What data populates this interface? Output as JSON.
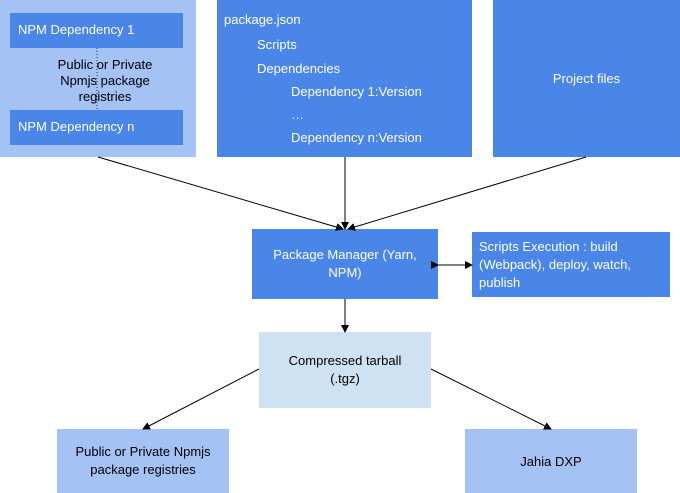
{
  "registries_group": {
    "label": "Public or Private Npmjs package registries",
    "dependency_first": "NPM Dependency 1",
    "dependency_last": "NPM Dependency n"
  },
  "package_json": {
    "title": "package.json",
    "scripts": "Scripts",
    "dependencies": "Dependencies",
    "dep_first": "Dependency 1:Version",
    "ellipsis": "…",
    "dep_last": "Dependency n:Version"
  },
  "project_files": {
    "label": "Project files"
  },
  "package_manager": {
    "label": "Package Manager (Yarn, NPM)"
  },
  "scripts_execution": {
    "label": "Scripts Execution : build (Webpack), deploy, watch, publish"
  },
  "tarball": {
    "label": "Compressed tarball (.tgz)"
  },
  "output_registries": {
    "label": "Public or Private Npmjs package registries"
  },
  "jahia": {
    "label": "Jahia DXP"
  },
  "colors": {
    "dark_blue": "#4a86e8",
    "light_blue": "#a4c2f4",
    "pale_blue": "#cfe2f3"
  }
}
